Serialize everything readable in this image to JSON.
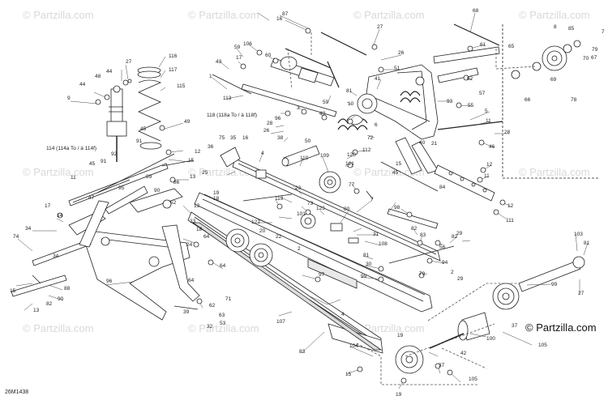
{
  "watermark_text": "© Partzilla.com",
  "brand_text": "© Partzilla.com",
  "diagram_code": "26M1438",
  "callouts": {
    "c1": "1",
    "c2": "2",
    "c3": "3",
    "c4": "4",
    "c5": "5",
    "c6": "6",
    "c7": "7",
    "c8": "8",
    "c9": "9",
    "c10": "10",
    "c11": "11",
    "c12": "12",
    "c13": "13",
    "c14": "14",
    "c15": "15",
    "c16": "16",
    "c17": "17",
    "c18": "18",
    "c19": "19",
    "c20": "20",
    "c21": "21",
    "c22": "22",
    "c23": "23",
    "c24": "24",
    "c25": "25",
    "c26": "26",
    "c27": "27",
    "c28": "28",
    "c29": "29",
    "c30": "30",
    "c31": "31",
    "c32": "32",
    "c33": "33",
    "c34": "34",
    "c35": "35",
    "c36": "36",
    "c37": "37",
    "c38": "38",
    "c39": "39",
    "c40": "40",
    "c41": "41",
    "c42": "42",
    "c43": "43",
    "c44": "44",
    "c45": "45",
    "c46": "46",
    "c47": "47",
    "c48": "48",
    "c49": "49",
    "c50": "50",
    "c51": "51",
    "c52": "52",
    "c53": "53",
    "c54": "54",
    "c55": "55",
    "c56": "56",
    "c57": "57",
    "c59": "59",
    "c60": "60",
    "c61": "61",
    "c62": "62",
    "c63": "63",
    "c64": "64",
    "c65": "65",
    "c66": "66",
    "c67": "67",
    "c68": "68",
    "c69": "69",
    "c70": "70",
    "c71": "71",
    "c72": "72",
    "c73": "73",
    "c74": "74",
    "c75": "75",
    "c77": "77",
    "c78": "78",
    "c79": "79",
    "c80": "80",
    "c81": "81",
    "c82": "82",
    "c83": "83",
    "c84": "84",
    "c85": "85",
    "c86": "86",
    "c87": "87",
    "c88": "88",
    "c89": "89",
    "c90": "90",
    "c91": "91",
    "c92": "92",
    "c93": "93",
    "c94": "94",
    "c95": "95",
    "c96": "96",
    "c97": "97",
    "c98": "98",
    "c99": "99",
    "c100": "100",
    "c101": "101",
    "c103": "103",
    "c104": "104",
    "c105": "105",
    "c106": "106",
    "c107": "107",
    "c108": "108",
    "c109": "109",
    "c110": "110",
    "c111": "111",
    "c112": "112",
    "c113": "113",
    "c115": "115",
    "c116": "116",
    "c117": "117",
    "c119": "119",
    "c120": "120",
    "c121": "121",
    "c122": "122",
    "c123": "123",
    "c114": "114 (114a To / à 114f)",
    "c118": "118 (118a To / à 118f)"
  }
}
